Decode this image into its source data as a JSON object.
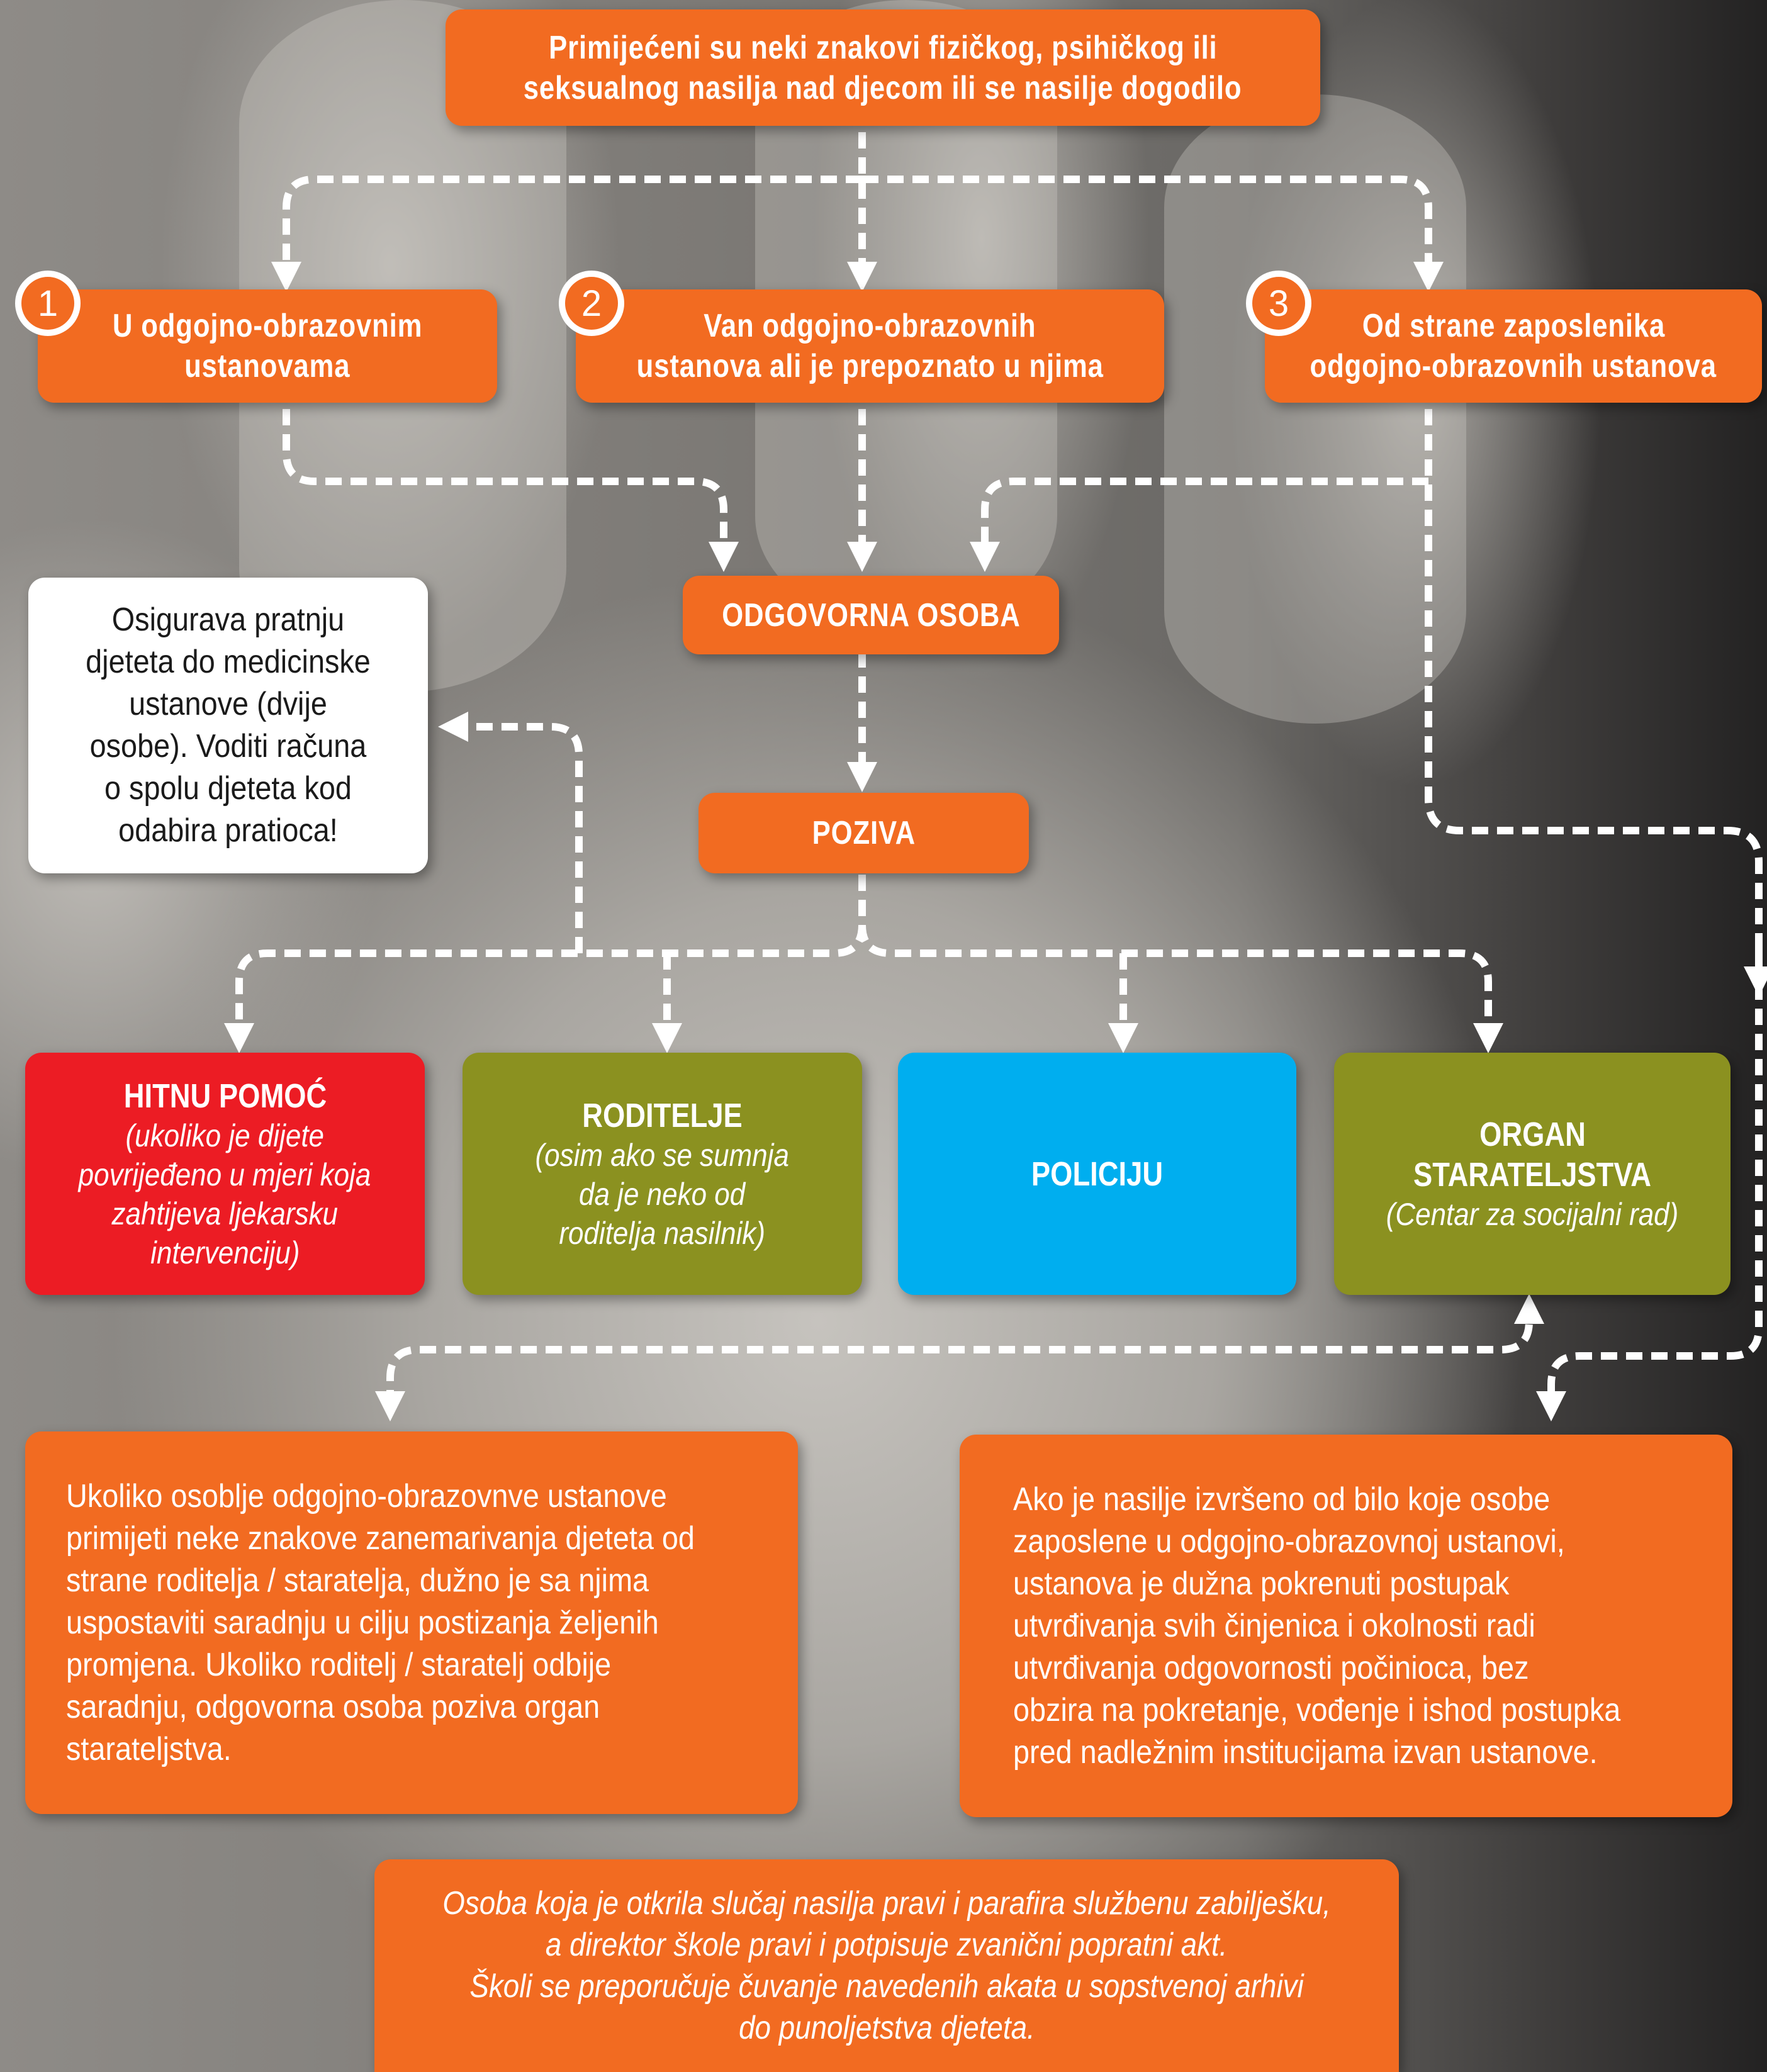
{
  "colors": {
    "orange": "#f26b21",
    "red": "#ec1c24",
    "green": "#8b9120",
    "blue": "#00aeef",
    "white": "#ffffff"
  },
  "top": {
    "line1": "Primijećeni su neki znakovi fizičkog, psihičkog ili",
    "line2": "seksualnog nasilja nad djecom ili se nasilje dogodilo"
  },
  "cases": [
    {
      "number": "1",
      "line1": "U odgojno-obrazovnim",
      "line2": "ustanovama"
    },
    {
      "number": "2",
      "line1": "Van odgojno-obrazovnih",
      "line2": "ustanova ali je prepoznato u njima"
    },
    {
      "number": "3",
      "line1": "Od strane zaposlenika",
      "line2": "odgojno-obrazovnih ustanova"
    }
  ],
  "responsible": "ODGOVORNA OSOBA",
  "calls": "POZIVA",
  "escort_note": {
    "lines": [
      "Osigurava pratnju",
      "djeteta do medicinske",
      "ustanove (dvije",
      "osobe). Voditi računa",
      "o spolu djeteta kod",
      "odabira pratioca!"
    ]
  },
  "targets": {
    "ambulance": {
      "title": "HITNU POMOĆ",
      "lines": [
        "(ukoliko je dijete",
        "povrijeđeno u mjeri koja",
        "zahtijeva ljekarsku",
        "intervenciju)"
      ]
    },
    "parents": {
      "title": "RODITELJE",
      "lines": [
        "(osim ako se sumnja",
        "da je neko od",
        "roditelja nasilnik)"
      ]
    },
    "police": {
      "title": "POLICIJU"
    },
    "guardianship": {
      "title1": "ORGAN",
      "title2": "STARATELJSTVA",
      "line": "(Centar za socijalni rad)"
    }
  },
  "neglect_note": {
    "lines": [
      "Ukoliko osoblje odgojno-obrazovnve ustanove",
      "primijeti neke znakove zanemarivanja djeteta od",
      "strane roditelja / staratelja, dužno je sa njima",
      "uspostaviti saradnju u cilju postizanja željenih",
      "promjena. Ukoliko roditelj / staratelj odbije",
      "saradnju, odgovorna osoba poziva organ",
      "starateljstva."
    ]
  },
  "staff_note": {
    "lines": [
      "Ako je nasilje izvršeno od bilo koje osobe",
      "zaposlene u odgojno-obrazovnoj ustanovi,",
      "ustanova je dužna pokrenuti postupak",
      "utvrđivanja svih činjenica i okolnosti radi",
      "utvrđivanja odgovornosti počinioca, bez",
      "obzira na pokretanje, vođenje i ishod postupka",
      "pred nadležnim institucijama  izvan ustanove."
    ]
  },
  "bottom_note": {
    "lines": [
      "Osoba koja je otkrila slučaj nasilja pravi i parafira službenu zabilješku,",
      "a direktor škole pravi i potpisuje zvanični popratni akt.",
      "Školi se preporučuje čuvanje navedenih akata u sopstvenoj arhivi",
      "do punoljetstva djeteta."
    ]
  }
}
